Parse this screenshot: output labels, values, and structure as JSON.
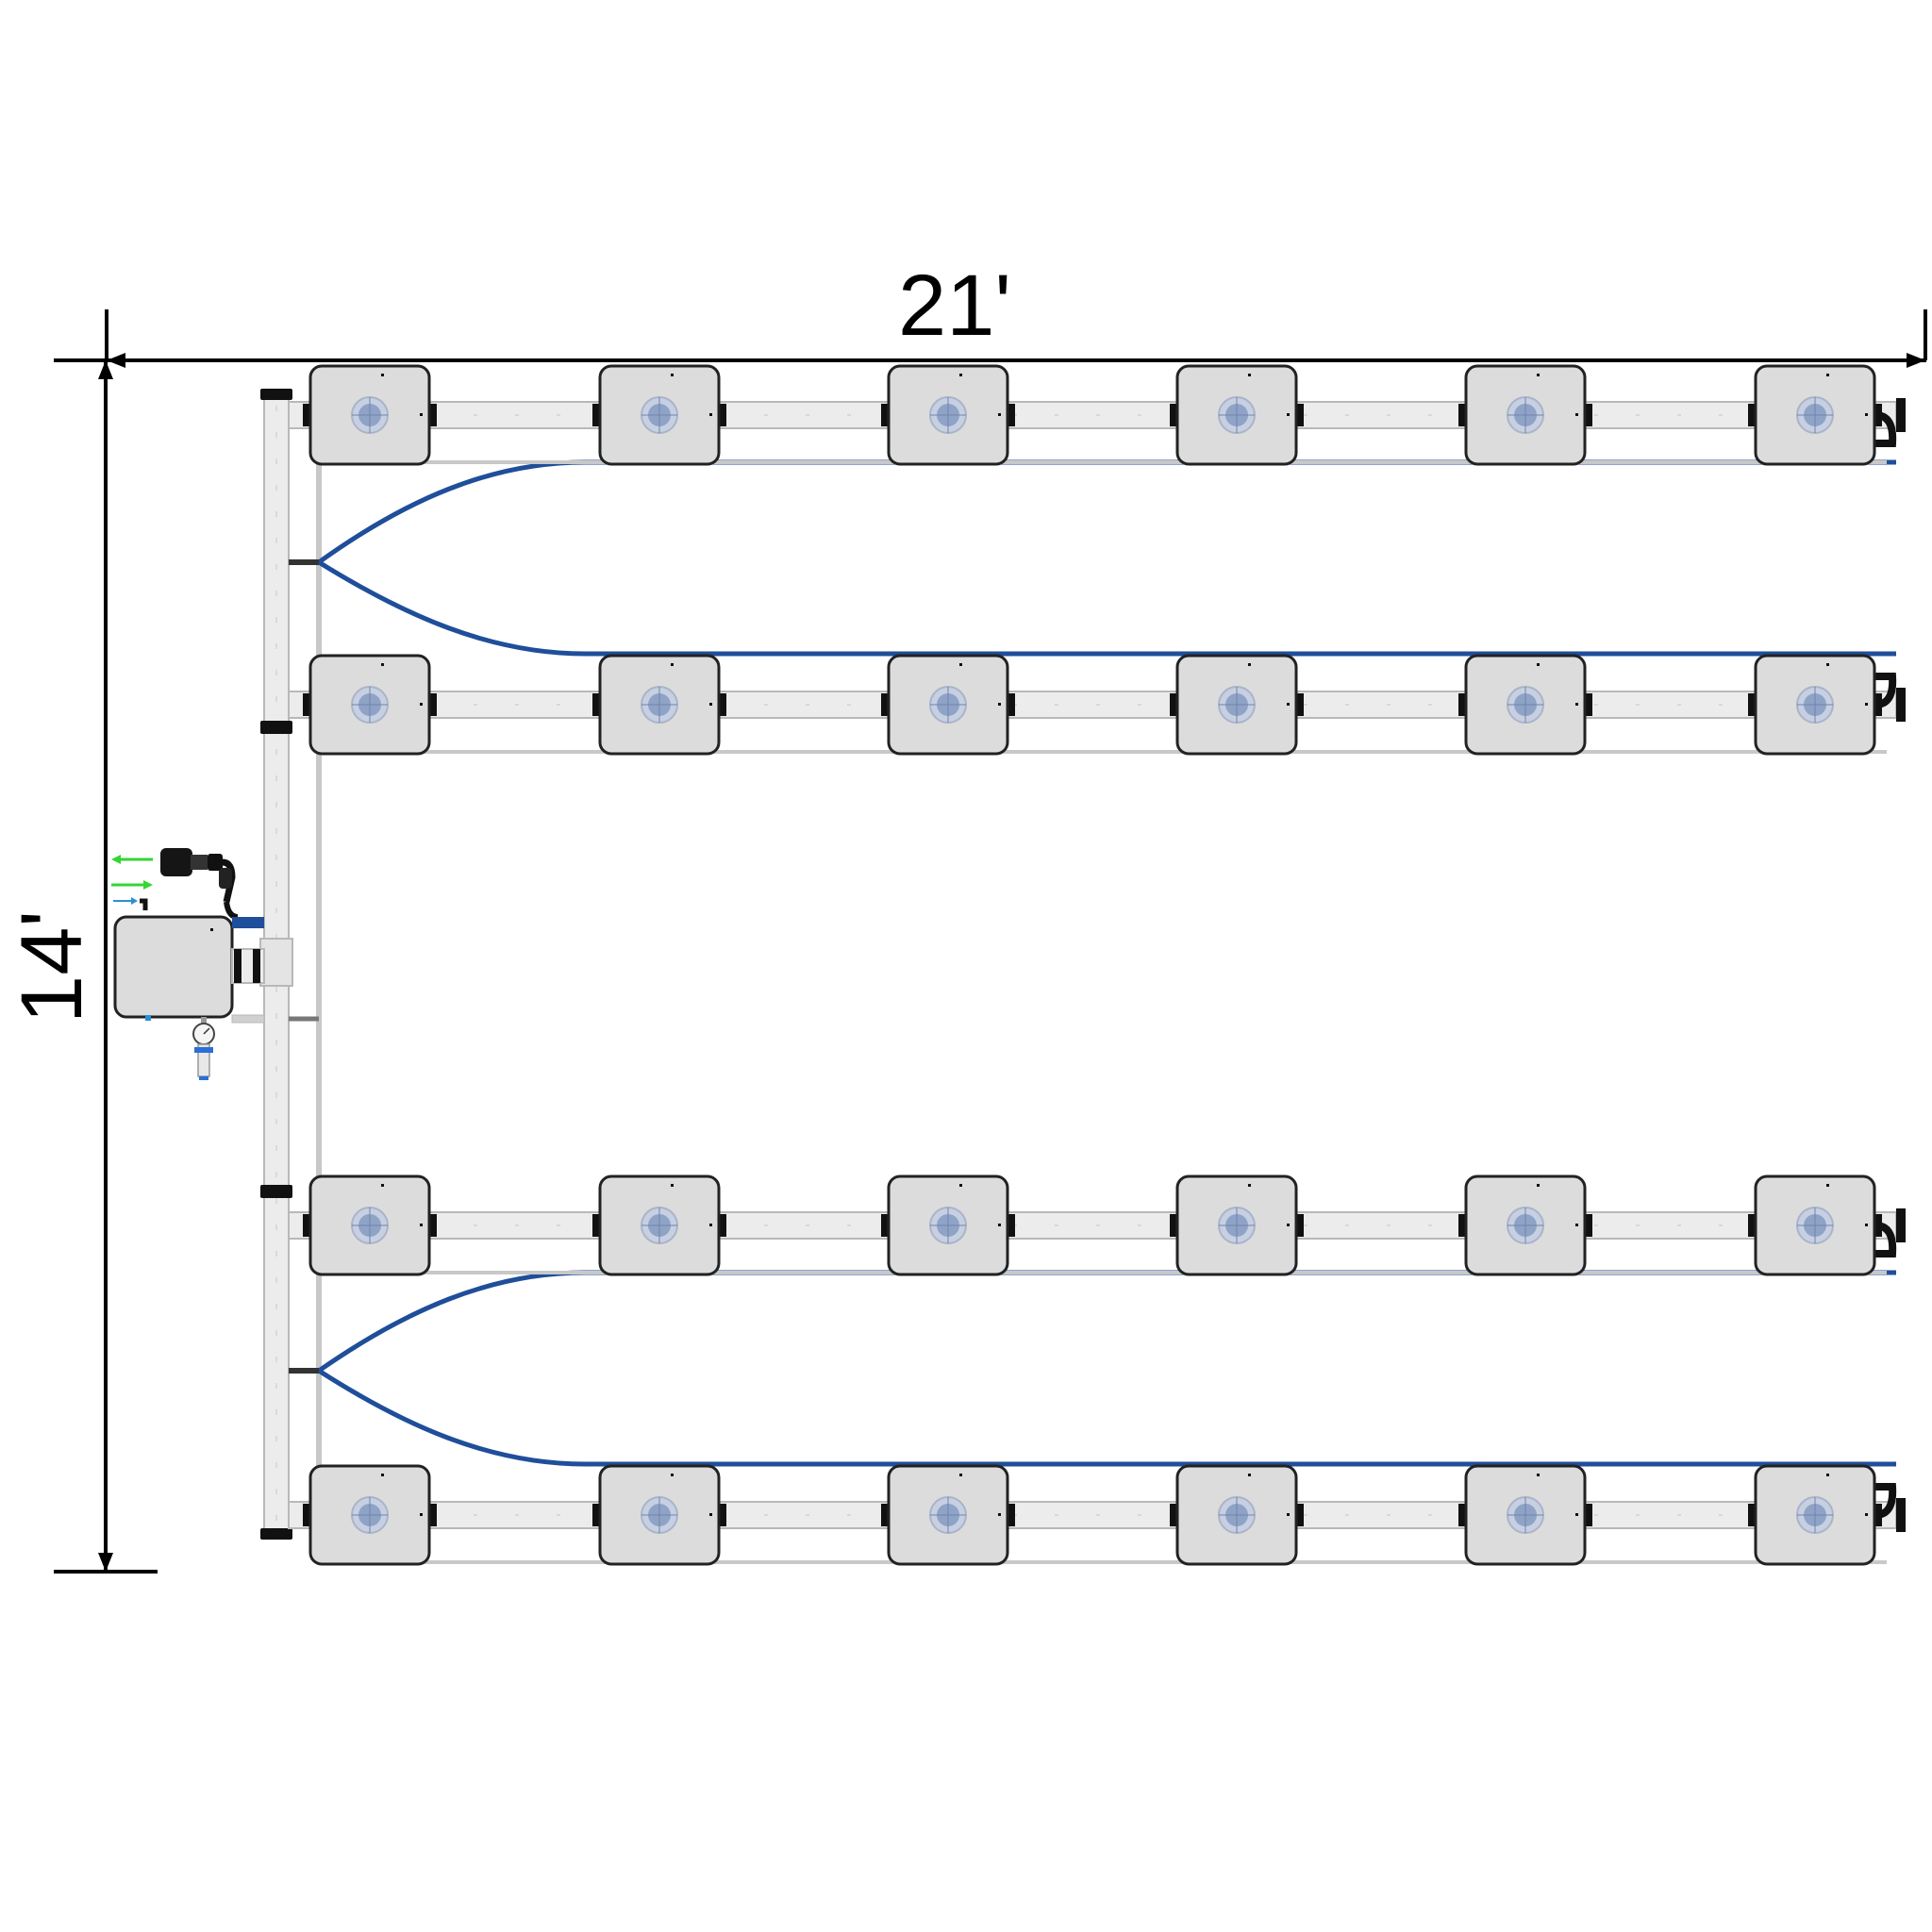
{
  "dimensions": {
    "width_label": "21'",
    "height_label": "14'"
  },
  "layout_summary": {
    "rows": 4,
    "pots_per_row": 6
  },
  "colors": {
    "pot_fill": "#dcdcdc",
    "pot_stroke": "#222222",
    "pipe_fill": "#ececec",
    "pipe_stroke": "#b8b8b8",
    "hose": "#1f4e9a",
    "lid": "#8fa3c7",
    "lid_ring": "#c7d0e2",
    "fitting": "#111111",
    "arrow_green": "#33d633",
    "arrow_blue": "#2a8fd6",
    "dimension_line": "#000000"
  },
  "icons": {
    "controller": "reservoir-controller-icon",
    "pump": "pump-icon",
    "gauge": "pressure-gauge-icon",
    "valve": "valve-icon",
    "pot": "grow-pot-icon"
  }
}
